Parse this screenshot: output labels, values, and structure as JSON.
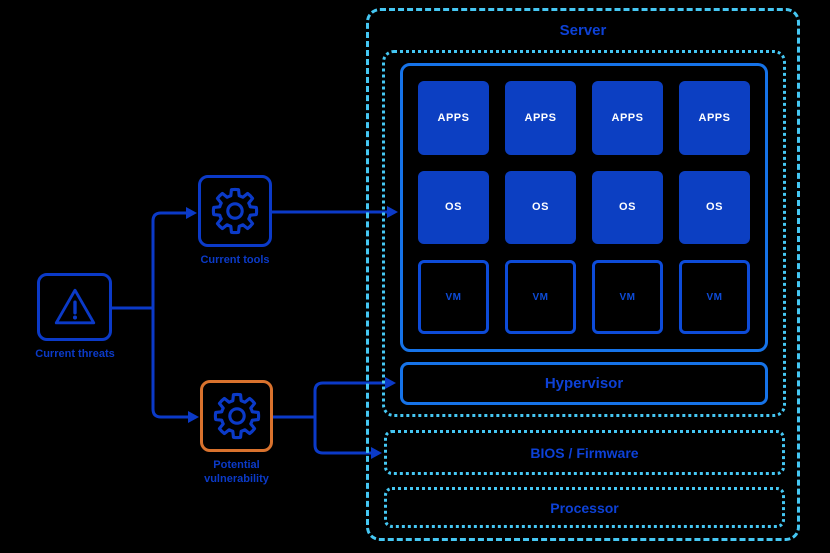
{
  "threat": {
    "label": "Current threats",
    "icon": "warning-triangle-icon"
  },
  "tools": {
    "label": "Current tools",
    "icon": "gear-icon"
  },
  "vulnerability": {
    "label": "Potential vulnerability",
    "icon": "gear-icon"
  },
  "server": {
    "title": "Server",
    "grid": {
      "apps": [
        "APPS",
        "APPS",
        "APPS",
        "APPS"
      ],
      "os": [
        "OS",
        "OS",
        "OS",
        "OS"
      ],
      "vm": [
        "VM",
        "VM",
        "VM",
        "VM"
      ]
    },
    "hypervisor_label": "Hypervisor",
    "bios_label": "BIOS / Firmware",
    "processor_label": "Processor"
  },
  "colors": {
    "background": "#000000",
    "ink_blue": "#0b3ac8",
    "heading_blue": "#0d41d6",
    "panel_border_blue": "#1673e8",
    "solid_cell_blue": "#0c3fc2",
    "vm_blue": "#0d4bd8",
    "cyan_dashed": "#45c7f3",
    "orange": "#d9722d",
    "cell_text_white": "#ffffff"
  }
}
